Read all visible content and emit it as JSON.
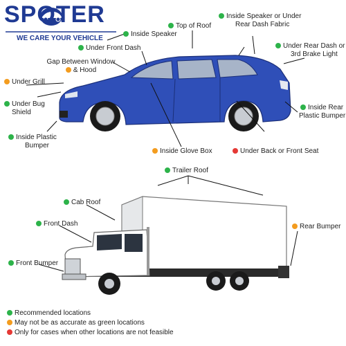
{
  "logo": {
    "brand": "SPOTER",
    "tagline": "WE CARE YOUR VEHICLE"
  },
  "colors": {
    "recommended": "#2db34a",
    "less_accurate": "#f39c1f",
    "not_feasible": "#e53935",
    "car_body": "#2f4fb8",
    "brand_blue": "#1f3a93"
  },
  "car_labels": {
    "inside_speaker": "Inside Speaker",
    "top_of_roof": "Top of Roof",
    "inside_speaker_rear_dash_1": "Inside Speaker or Under",
    "inside_speaker_rear_dash_2": "Rear Dash Fabric",
    "under_front_dash": "Under Front Dash",
    "under_rear_dash_1": "Under Rear Dash or",
    "under_rear_dash_2": "3rd Brake Light",
    "gap_window_hood_1": "Gap Between Window",
    "gap_window_hood_2": "& Hood",
    "under_grill": "Under Grill",
    "under_bug_shield_1": "Under Bug",
    "under_bug_shield_2": "Shield",
    "inside_rear_bumper_1": "Inside Rear",
    "inside_rear_bumper_2": "Plastic Bumper",
    "inside_plastic_bumper_1": "Inside Plastic",
    "inside_plastic_bumper_2": "Bumper",
    "inside_glove_box": "Inside Glove Box",
    "under_seat": "Under Back or Front Seat"
  },
  "truck_labels": {
    "trailer_roof": "Trailer Roof",
    "cab_roof": "Cab Roof",
    "front_dash": "Front Dash",
    "rear_bumper": "Rear Bumper",
    "front_bumper": "Front Bumper"
  },
  "legend": {
    "recommended": "Recommended locations",
    "less_accurate": "May not be as accurate as green locations",
    "not_feasible": "Only for cases when other locations are not feasible"
  }
}
